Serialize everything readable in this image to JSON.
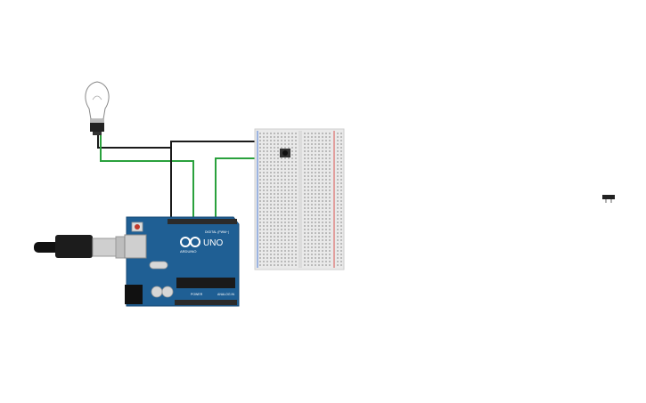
{
  "arduino": {
    "model_label": "UNO",
    "brand_label": "ARDUINO",
    "digital_label": "DIGITAL (PWM~)",
    "power_label": "POWER",
    "analog_label": "ANALOG IN",
    "board_color": "#1f5f94",
    "header_color": "#2b2b2b"
  },
  "wires": {
    "black_color": "#1a1a1a",
    "green_color": "#2aa13d"
  },
  "breadboard": {
    "color": "#e9e9e9",
    "rail_red": "#d9534f",
    "rail_blue": "#4f7fd9"
  },
  "bulb": {
    "icon": "light-bulb-icon"
  },
  "switch": {
    "icon": "slide-switch-icon"
  },
  "usb": {
    "icon": "usb-cable-icon"
  }
}
